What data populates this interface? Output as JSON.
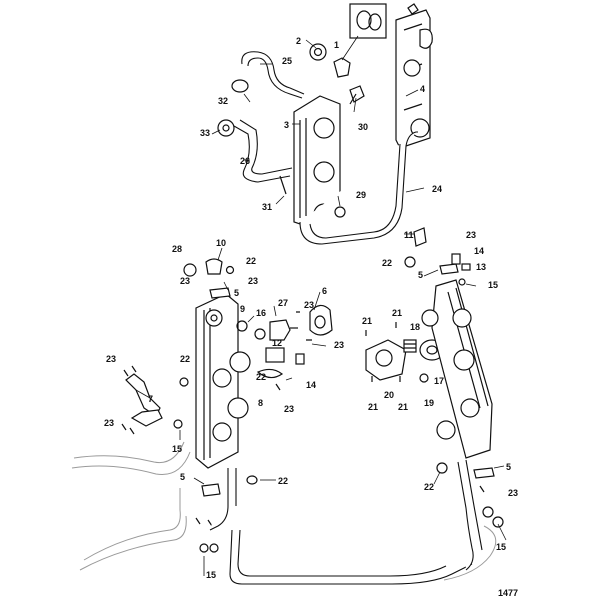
{
  "diagram": {
    "drawing_number": "1477",
    "callouts": [
      "1",
      "2",
      "3",
      "4",
      "5",
      "6",
      "7",
      "8",
      "9",
      "10",
      "11",
      "12",
      "13",
      "14",
      "15",
      "16",
      "17",
      "18",
      "19",
      "20",
      "21",
      "22",
      "23",
      "24",
      "25",
      "26",
      "27",
      "28",
      "29",
      "30",
      "31",
      "32",
      "33"
    ]
  }
}
